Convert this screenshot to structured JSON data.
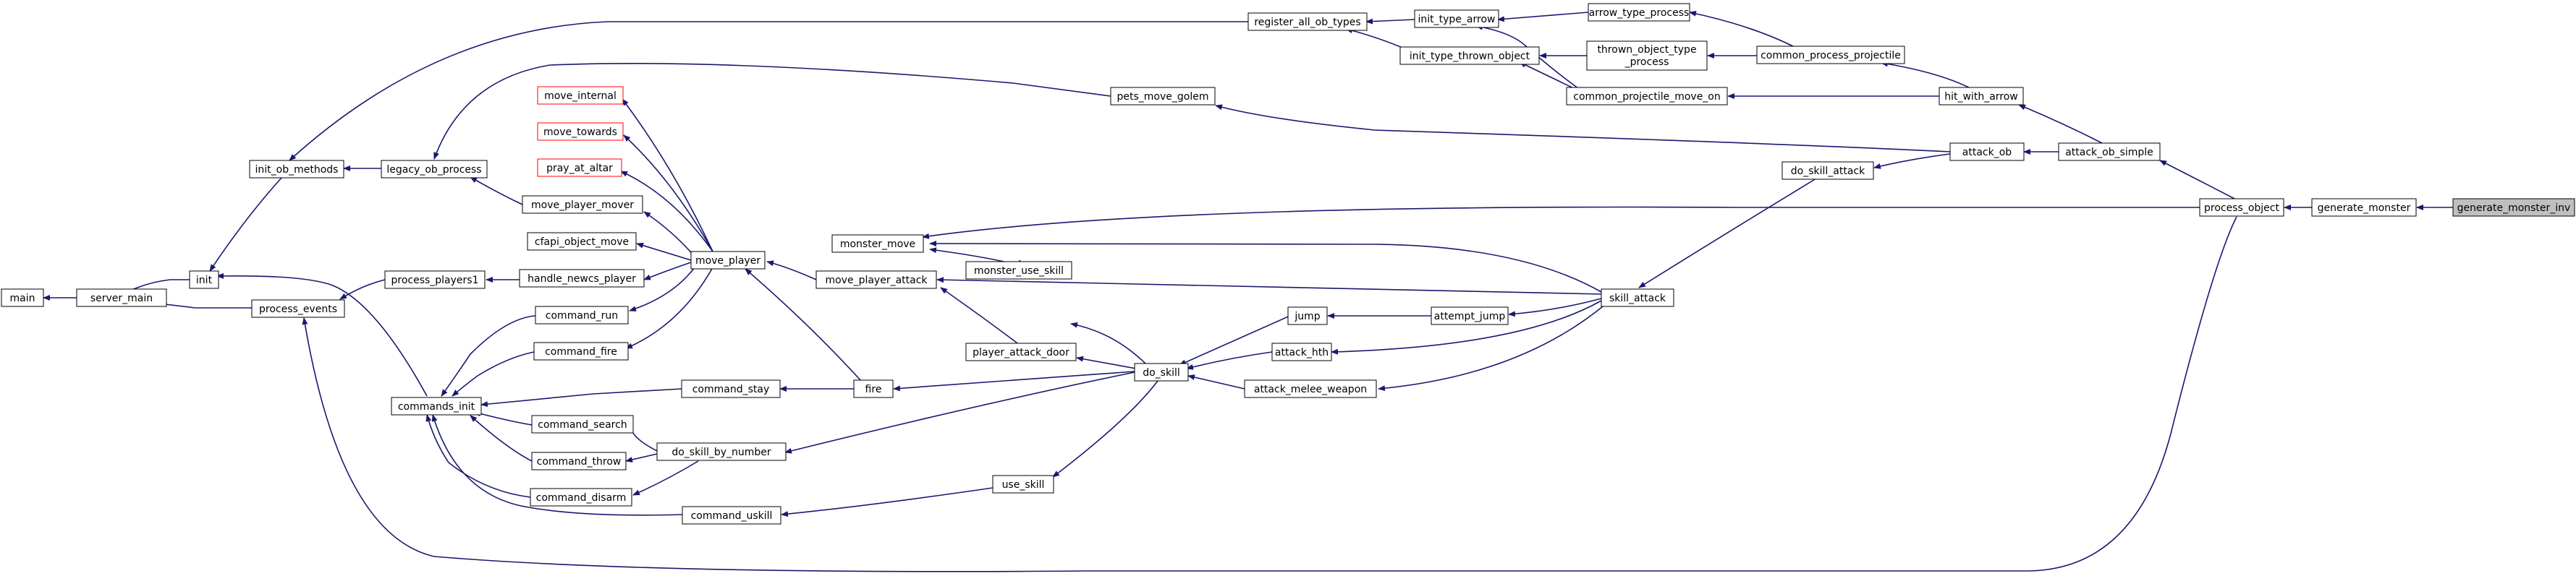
{
  "colors": {
    "edge": "#191970",
    "current_fill": "#bfbfbf",
    "red_border": "#ff0000"
  },
  "nodes": {
    "main": {
      "label": "main"
    },
    "server_main": {
      "label": "server_main"
    },
    "init": {
      "label": "init"
    },
    "init_ob_methods": {
      "label": "init_ob_methods"
    },
    "legacy_ob_process": {
      "label": "legacy_ob_process"
    },
    "process_events": {
      "label": "process_events"
    },
    "process_players1": {
      "label": "process_players1"
    },
    "commands_init": {
      "label": "commands_init"
    },
    "move_internal": {
      "label": "move_internal"
    },
    "move_towards": {
      "label": "move_towards"
    },
    "pray_at_altar": {
      "label": "pray_at_altar"
    },
    "move_player_mover": {
      "label": "move_player_mover"
    },
    "cfapi_object_move": {
      "label": "cfapi_object_move"
    },
    "handle_newcs_player": {
      "label": "handle_newcs_player"
    },
    "command_run": {
      "label": "command_run"
    },
    "command_fire": {
      "label": "command_fire"
    },
    "command_stay": {
      "label": "command_stay"
    },
    "command_search": {
      "label": "command_search"
    },
    "command_throw": {
      "label": "command_throw"
    },
    "command_disarm": {
      "label": "command_disarm"
    },
    "command_uskill": {
      "label": "command_uskill"
    },
    "move_player": {
      "label": "move_player"
    },
    "do_skill_by_number": {
      "label": "do_skill_by_number"
    },
    "monster_move": {
      "label": "monster_move"
    },
    "move_player_attack": {
      "label": "move_player_attack"
    },
    "fire": {
      "label": "fire"
    },
    "monster_use_skill": {
      "label": "monster_use_skill"
    },
    "player_attack_door": {
      "label": "player_attack_door"
    },
    "use_skill": {
      "label": "use_skill"
    },
    "do_skill": {
      "label": "do_skill"
    },
    "jump": {
      "label": "jump"
    },
    "attack_hth": {
      "label": "attack_hth"
    },
    "attack_melee_weapon": {
      "label": "attack_melee_weapon"
    },
    "attempt_jump": {
      "label": "attempt_jump"
    },
    "skill_attack": {
      "label": "skill_attack"
    },
    "pets_move_golem": {
      "label": "pets_move_golem"
    },
    "register_all_ob_types": {
      "label": "register_all_ob_types"
    },
    "init_type_arrow": {
      "label": "init_type_arrow"
    },
    "init_type_thrown_object": {
      "label": "init_type_thrown_object"
    },
    "arrow_type_process": {
      "label": "arrow_type_process"
    },
    "thrown_object_type_process": {
      "label": "thrown_object_type",
      "label2": "_process"
    },
    "common_projectile_move_on": {
      "label": "common_projectile_move_on"
    },
    "common_process_projectile": {
      "label": "common_process_projectile"
    },
    "do_skill_attack": {
      "label": "do_skill_attack"
    },
    "hit_with_arrow": {
      "label": "hit_with_arrow"
    },
    "attack_ob": {
      "label": "attack_ob"
    },
    "attack_ob_simple": {
      "label": "attack_ob_simple"
    },
    "process_object": {
      "label": "process_object"
    },
    "generate_monster": {
      "label": "generate_monster"
    },
    "generate_monster_inv": {
      "label": "generate_monster_inv"
    }
  }
}
